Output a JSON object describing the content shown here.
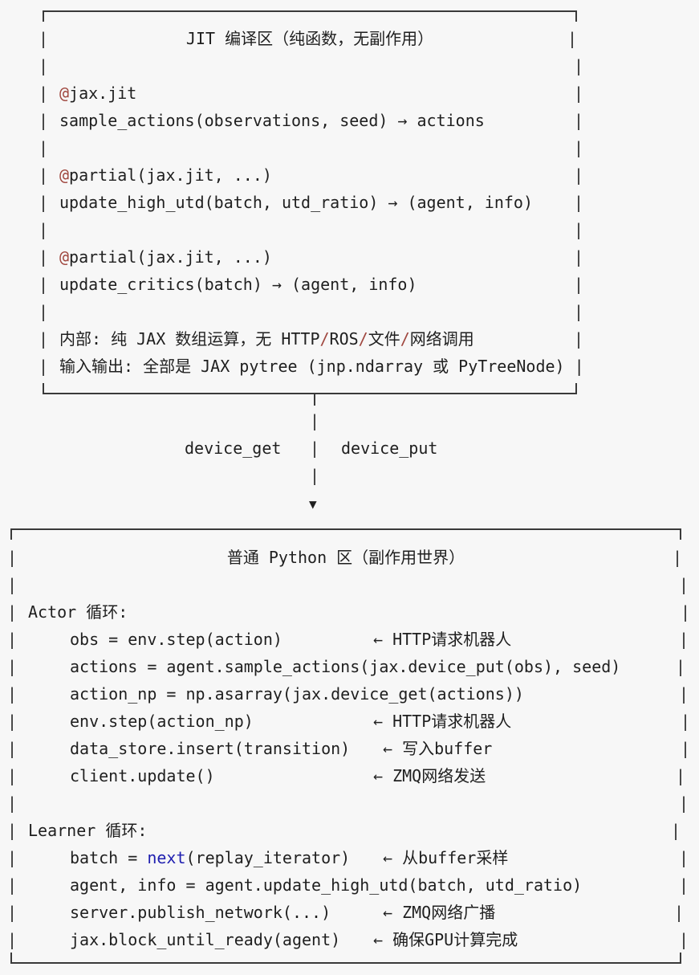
{
  "jit_zone": {
    "title": "JIT 编译区（纯函数，无副作用）",
    "fn1_decorator_at": "@",
    "fn1_decorator": "jax.jit",
    "fn1_signature": "sample_actions(observations, seed) → actions",
    "fn2_decorator_at": "@",
    "fn2_decorator": "partial(jax.jit, ...)",
    "fn2_signature": "update_high_utd(batch, utd_ratio) → (agent, info)",
    "fn3_decorator_at": "@",
    "fn3_decorator": "partial(jax.jit, ...)",
    "fn3_signature": "update_critics(batch) → (agent, info)",
    "note_internal_a": "内部: 纯 JAX 数组运算，无 HTTP",
    "note_internal_s1": "/",
    "note_internal_b": "ROS",
    "note_internal_s2": "/",
    "note_internal_c": "文件",
    "note_internal_s3": "/",
    "note_internal_d": "网络调用",
    "note_io": "输入输出: 全部是 JAX pytree (jnp.ndarray 或 PyTreeNode) |"
  },
  "transfer": {
    "left_label": "device_get",
    "right_label": "device_put",
    "pipe": "|"
  },
  "python_zone": {
    "title": "普通 Python 区（副作用世界）",
    "actor_label": "Actor 循环:",
    "actor_lines": [
      {
        "code": "obs = env.step(action)",
        "comment": "← HTTP请求机器人"
      },
      {
        "code": "actions = agent.sample_actions(jax.device_put(obs), seed)",
        "comment": ""
      },
      {
        "code": "action_np = np.asarray(jax.device_get(actions))",
        "comment": ""
      },
      {
        "code": "env.step(action_np)",
        "comment": "← HTTP请求机器人"
      },
      {
        "code": "data_store.insert(transition)",
        "comment": "← 写入buffer"
      },
      {
        "code": "client.update()",
        "comment": "← ZMQ网络发送"
      }
    ],
    "learner_label": "Learner 循环:",
    "learner_batch_prefix": "batch = ",
    "learner_batch_kw": "next",
    "learner_batch_suffix": "(replay_iterator)",
    "learner_batch_comment": "← 从buffer采样",
    "learner_lines": [
      {
        "code": "agent, info = agent.update_high_utd(batch, utd_ratio)",
        "comment": ""
      },
      {
        "code": "server.publish_network(...)",
        "comment": "← ZMQ网络广播"
      },
      {
        "code": "jax.block_until_ready(agent)",
        "comment": "← 确保GPU计算完成"
      }
    ]
  },
  "colors": {
    "decorator": "#a0473f",
    "keyword": "#1f1fb0",
    "text": "#1f1f1f",
    "background": "#f7f7f7"
  }
}
